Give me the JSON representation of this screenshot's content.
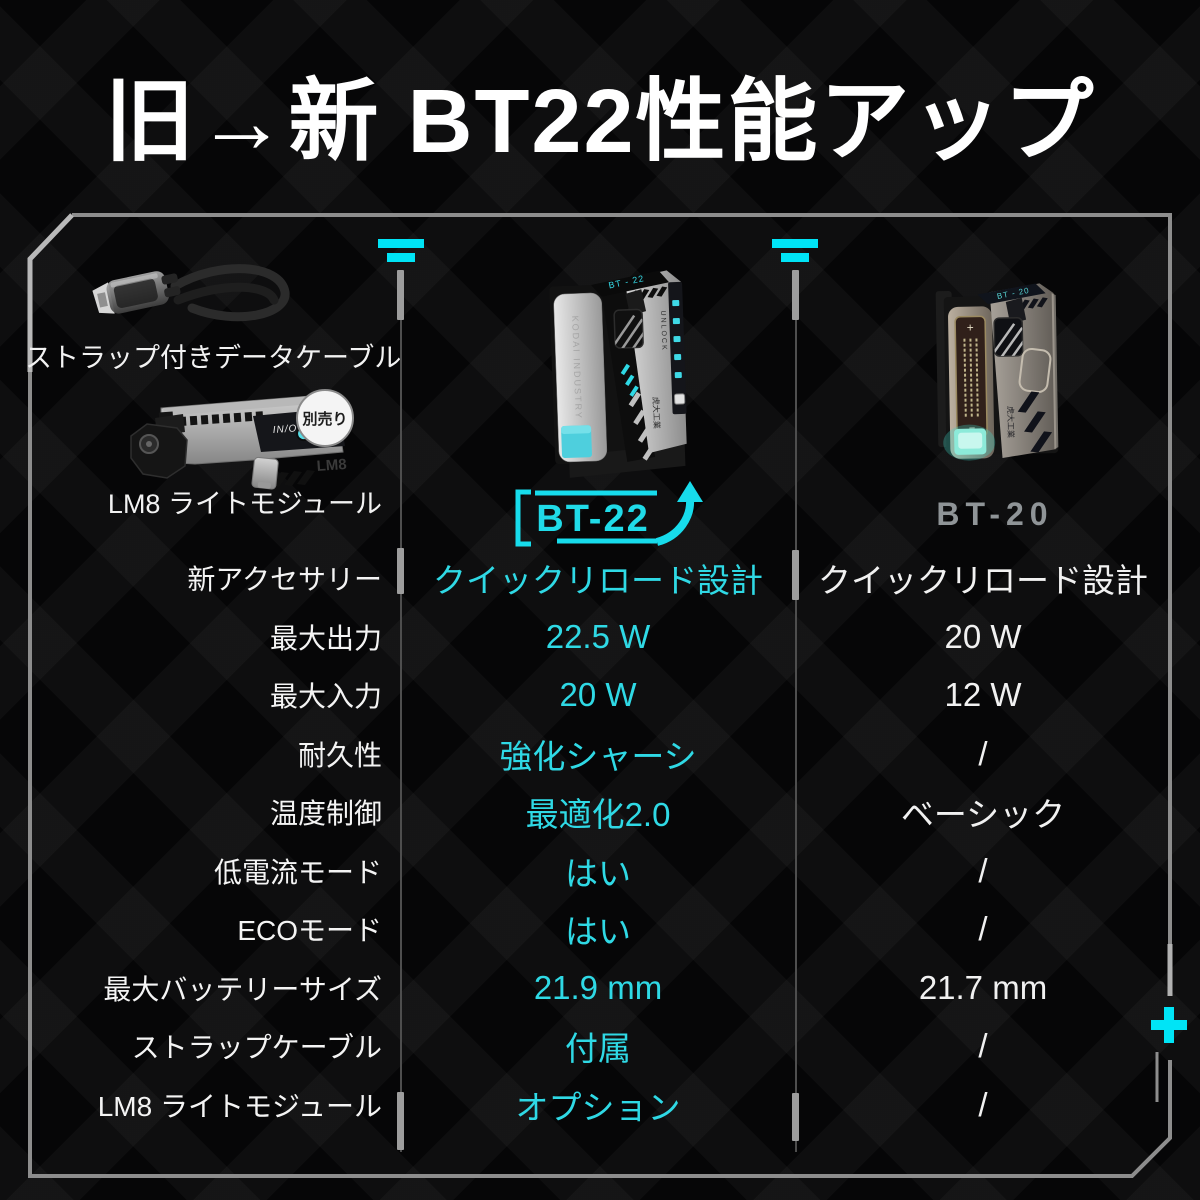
{
  "title": "旧→新 BT22性能アップ",
  "accessories": {
    "cable_label": "ストラップ付きデータケーブル",
    "module_label": "LM8 ライトモジュール",
    "badge_label": "別売り"
  },
  "lm8": {
    "port_label": "IN/OUT",
    "name": "LM8"
  },
  "products": {
    "new_name": "BT-22",
    "old_name": "BT-20"
  },
  "devices": {
    "bt22": {
      "band": "BT - 22",
      "unlock": "UNLOCK",
      "brand": "虎大工業",
      "tube_brand": "KODAI INDUSTRY"
    },
    "bt20": {
      "band": "BT - 20",
      "brand": "虎大工業",
      "battery_plus": "+",
      "battery_minus": "−"
    }
  },
  "rows": [
    {
      "label": "新アクセサリー",
      "new": "クイックリロード設計",
      "old": "クイックリロード設計"
    },
    {
      "label": "最大出力",
      "new": "22.5 W",
      "old": "20 W"
    },
    {
      "label": "最大入力",
      "new": "20 W",
      "old": "12 W"
    },
    {
      "label": "耐久性",
      "new": "強化シャーシ",
      "old": "/"
    },
    {
      "label": "温度制御",
      "new": "最適化2.0",
      "old": "ベーシック"
    },
    {
      "label": "低電流モード",
      "new": "はい",
      "old": "/"
    },
    {
      "label": "ECOモード",
      "new": "はい",
      "old": "/"
    },
    {
      "label": "最大バッテリーサイズ",
      "new": "21.9 mm",
      "old": "21.7 mm"
    },
    {
      "label": "ストラップケーブル",
      "new": "付属",
      "old": "/"
    },
    {
      "label": "LM8 ライトモジュール",
      "new": "オプション",
      "old": "/"
    }
  ],
  "icons": {
    "divider_top": "equals-icon",
    "frame_right": "plus-icon",
    "upgrade": "arrow-up-icon"
  },
  "colors": {
    "accent": "#00e4f6",
    "value_cyan": "#2fd9e5",
    "frame": "#8d8d8d",
    "old_label_gray": "#8f9497"
  }
}
